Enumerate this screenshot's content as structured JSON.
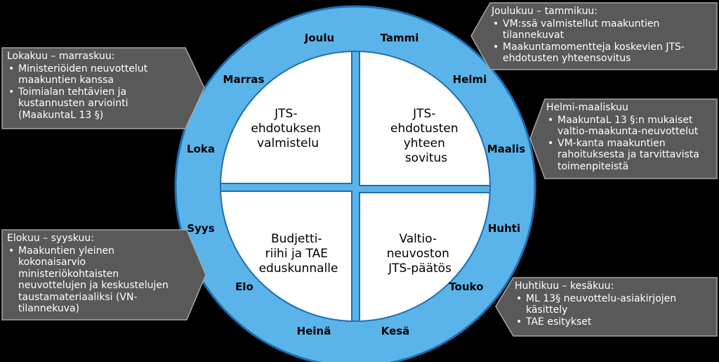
{
  "colors": {
    "background": "#000000",
    "ring": "#5ab4ea",
    "ring_border": "#1f6fb0",
    "quadrant_fill": "#ffffff",
    "callout_fill": "#595959",
    "callout_border": "#a6a6a6",
    "callout_text": "#ffffff"
  },
  "months": {
    "joulu": "Joulu",
    "tammi": "Tammi",
    "helmi": "Helmi",
    "maalis": "Maalis",
    "huhti": "Huhti",
    "touko": "Touko",
    "kesa": "Kesä",
    "heina": "Heinä",
    "elo": "Elo",
    "syys": "Syys",
    "loka": "Loka",
    "marras": "Marras"
  },
  "quadrants": {
    "top_left": [
      "JTS-",
      "ehdotuksen",
      "valmistelu"
    ],
    "top_right": [
      "JTS-",
      "ehdotusten",
      "yhteen",
      "sovitus"
    ],
    "bottom_left": [
      "Budjetti-",
      "riihi ja TAE",
      "eduskunnalle"
    ],
    "bottom_right": [
      "Valtio-",
      "neuvoston",
      "JTS-päätös"
    ]
  },
  "callouts": {
    "lokakuu": {
      "title": "Lokakuu – marraskuu:",
      "bullets": [
        "Ministeriöiden neuvottelut maakuntien kanssa",
        "Toimialan tehtävien ja kustannusten arviointi (MaakuntaL 13 §)"
      ]
    },
    "elokuu": {
      "title": "Elokuu – syyskuu:",
      "bullets": [
        "Maakuntien yleinen kokonaisarvio ministeriökohtaisten neuvottelujen ja keskustelujen taustamateriaaliksi (VN-tilannekuva)"
      ]
    },
    "joulukuu": {
      "title": "Joulukuu – tammikuu:",
      "bullets": [
        "VM:ssä valmistellut maakuntien tilannekuvat",
        "Maakuntamomentteja koskevien JTS-ehdotusten yhteensovitus"
      ]
    },
    "helmi": {
      "title": "Helmi-maaliskuu",
      "bullets": [
        "MaakuntaL 13 §:n mukaiset valtio-maakunta-neuvottelut",
        "VM-kanta maakuntien rahoituksesta ja tarvittavista toimenpiteistä"
      ]
    },
    "huhtikuu": {
      "title": "Huhtikuu – kesäkuu:",
      "bullets": [
        "ML 13§ neuvottelu-asiakirjojen käsittely",
        "TAE esitykset"
      ]
    }
  }
}
